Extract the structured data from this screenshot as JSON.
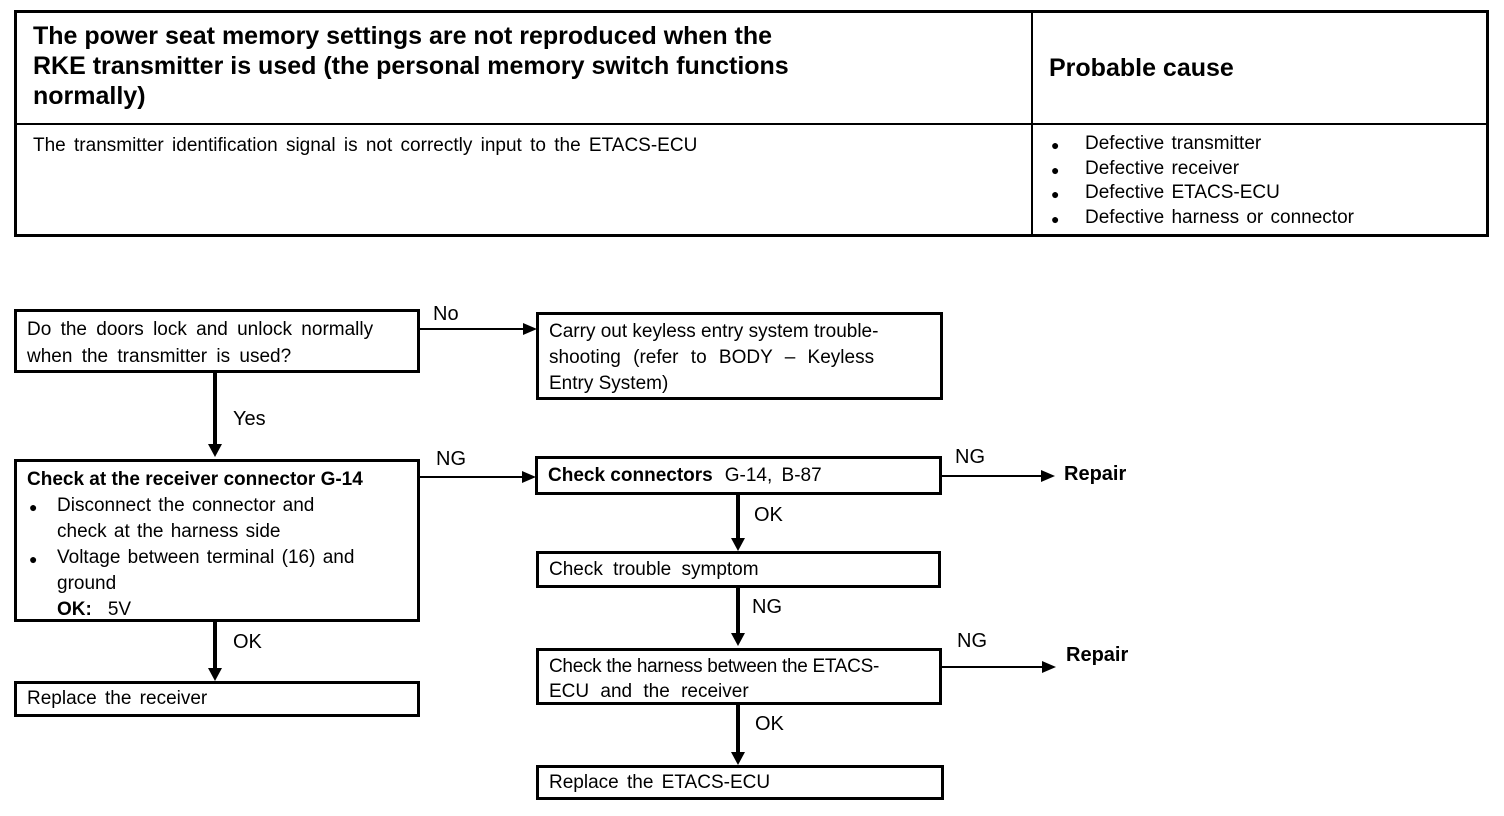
{
  "table": {
    "problem_lines": [
      "The power seat memory settings are not reproduced when the",
      "RKE transmitter is used (the personal memory switch functions",
      "normally)"
    ],
    "probable_cause_header": "Probable cause",
    "symptom": "The transmitter identification signal is not correctly input to the ETACS-ECU",
    "causes": [
      "Defective transmitter",
      "Defective receiver",
      "Defective ETACS-ECU",
      "Defective harness or connector"
    ]
  },
  "flowchart": {
    "doors_question_lines": [
      "Do the doors lock and unlock normally",
      "when the transmitter is used?"
    ],
    "keyless_lines": [
      "Carry out keyless entry system trouble-",
      "shooting (refer to BODY – Keyless",
      "Entry System)"
    ],
    "receiver_check": {
      "title": "Check at the receiver connector G-14",
      "bullets": [
        "Disconnect the connector and check at the harness side",
        "Voltage between terminal (16) and ground"
      ],
      "ok_label": "OK:",
      "ok_value": "5V"
    },
    "check_connectors": {
      "bold": "Check connectors",
      "rest": "G-14, B-87"
    },
    "check_trouble_symptom": "Check trouble symptom",
    "check_harness_lines": [
      "Check the harness between the ETACS-",
      "ECU and the receiver"
    ],
    "replace_receiver": "Replace the receiver",
    "replace_etacs": "Replace the ETACS-ECU",
    "labels": {
      "no": "No",
      "yes": "Yes",
      "ng": "NG",
      "ok": "OK",
      "repair": "Repair"
    }
  },
  "colors": {
    "ink": "#000000",
    "background": "#ffffff"
  }
}
